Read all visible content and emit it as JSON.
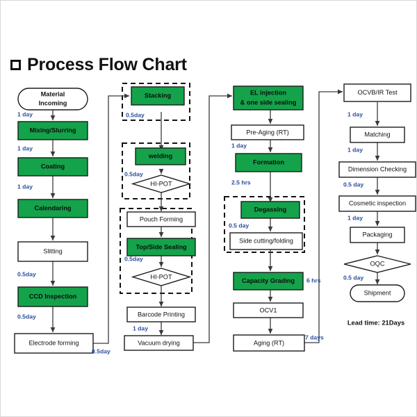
{
  "header": {
    "bullet_icon": "square-bullet-icon",
    "title": "Process Flow Chart"
  },
  "colors": {
    "green": "#14a34a",
    "white": "#ffffff",
    "outline": "#1b1b1b",
    "time_label_blue": "#2b4ea0",
    "connector": "#3a3a3a"
  },
  "footer": {
    "lead_time": "Lead time:  21Days"
  },
  "columns": [
    {
      "name": "electrode-process",
      "nodes": [
        {
          "id": "material-incoming",
          "label": "Material\nIncoming",
          "line1": "Material",
          "line2": "Incoming",
          "shape": "stadium",
          "fill": "white"
        },
        {
          "id": "mixing-slurring",
          "label": "Mixing/Slurring",
          "shape": "rect",
          "fill": "green"
        },
        {
          "id": "coating",
          "label": "Coating",
          "shape": "rect",
          "fill": "green"
        },
        {
          "id": "calendaring",
          "label": "Calendaring",
          "shape": "rect",
          "fill": "green"
        },
        {
          "id": "slitting",
          "label": "Slitting",
          "shape": "rect",
          "fill": "white"
        },
        {
          "id": "ccd-inspection",
          "label": "CCD Inspection",
          "shape": "rect",
          "fill": "green"
        },
        {
          "id": "electrode-forming",
          "label": "Electrode forming",
          "shape": "rect",
          "fill": "white"
        }
      ],
      "times": [
        "1 day",
        "1 day",
        "1 day",
        "0.5day",
        "0.5day",
        "0.5day"
      ]
    },
    {
      "name": "assembly-process",
      "nodes": [
        {
          "id": "stacking",
          "label": "Stacking",
          "shape": "rect",
          "fill": "green"
        },
        {
          "id": "welding",
          "label": "welding",
          "shape": "rect",
          "fill": "green"
        },
        {
          "id": "hi-pot-1",
          "label": "HI-POT",
          "shape": "diamond",
          "fill": "white"
        },
        {
          "id": "pouch-forming",
          "label": "Pouch Forming",
          "shape": "rect",
          "fill": "white"
        },
        {
          "id": "top-side-sealing",
          "label": "Top/Side Sealing",
          "shape": "rect",
          "fill": "green"
        },
        {
          "id": "hi-pot-2",
          "label": "HI-POT",
          "shape": "diamond",
          "fill": "white"
        },
        {
          "id": "barcode-printing",
          "label": "Barcode Printing",
          "shape": "rect",
          "fill": "white"
        },
        {
          "id": "vacuum-drying",
          "label": "Vacuum drying",
          "shape": "rect",
          "fill": "white"
        }
      ],
      "times": [
        "0.5day",
        "0.5day",
        "0.5day",
        "1 day"
      ]
    },
    {
      "name": "formation-process",
      "nodes": [
        {
          "id": "el-injection",
          "label": "EL injection\n& one side sealing",
          "line1": "EL injection",
          "line2": "& one side sealing",
          "shape": "rect",
          "fill": "green"
        },
        {
          "id": "pre-aging",
          "label": "Pre-Aging (RT)",
          "shape": "rect",
          "fill": "white"
        },
        {
          "id": "formation",
          "label": "Formation",
          "shape": "rect",
          "fill": "green"
        },
        {
          "id": "degassing",
          "label": "Degassing",
          "shape": "rect",
          "fill": "green"
        },
        {
          "id": "side-cutting-folding",
          "label": "Side cutting/folding",
          "shape": "rect",
          "fill": "white"
        },
        {
          "id": "capacity-grading",
          "label": "Capacity Grading",
          "shape": "rect",
          "fill": "green"
        },
        {
          "id": "ocv1",
          "label": "OCV1",
          "shape": "rect",
          "fill": "white"
        },
        {
          "id": "aging-rt",
          "label": "Aging (RT)",
          "shape": "rect",
          "fill": "white"
        }
      ],
      "times": [
        "1 day",
        "2.5 hrs",
        "0.5 day",
        "6 hrs",
        "7 days"
      ]
    },
    {
      "name": "inspection-shipping-process",
      "nodes": [
        {
          "id": "ocvb-ir-test",
          "label": "OCVB/IR Test",
          "shape": "rect",
          "fill": "white"
        },
        {
          "id": "matching",
          "label": "Matching",
          "shape": "rect",
          "fill": "white"
        },
        {
          "id": "dimension-checking",
          "label": "Dimension Checking",
          "shape": "rect",
          "fill": "white"
        },
        {
          "id": "cosmetic-inspection",
          "label": "Cosmetic inspection",
          "shape": "rect",
          "fill": "white"
        },
        {
          "id": "packaging",
          "label": "Packaging",
          "shape": "rect",
          "fill": "white"
        },
        {
          "id": "oqc",
          "label": "OQC",
          "shape": "diamond",
          "fill": "white"
        },
        {
          "id": "shipment",
          "label": "Shipment",
          "shape": "stadium",
          "fill": "white"
        }
      ],
      "times": [
        "1 day",
        "1 day",
        "0.5 day",
        "1 day",
        "0.5 day"
      ]
    }
  ],
  "labels": {
    "material_incoming_l1": "Material",
    "material_incoming_l2": "Incoming",
    "mixing_slurring": "Mixing/Slurring",
    "coating": "Coating",
    "calendaring": "Calendaring",
    "slitting": "Slitting",
    "ccd_inspection": "CCD Inspection",
    "electrode_forming": "Electrode forming",
    "stacking": "Stacking",
    "welding": "welding",
    "hipot1": "HI-POT",
    "pouch_forming": "Pouch Forming",
    "top_side_sealing": "Top/Side Sealing",
    "hipot2": "HI-POT",
    "barcode_printing": "Barcode Printing",
    "vacuum_drying": "Vacuum drying",
    "el_injection_l1": "EL injection",
    "el_injection_l2": "& one side sealing",
    "pre_aging": "Pre-Aging (RT)",
    "formation": "Formation",
    "degassing": "Degassing",
    "side_cutting_folding": "Side cutting/folding",
    "capacity_grading": "Capacity Grading",
    "ocv1": "OCV1",
    "aging_rt": "Aging (RT)",
    "ocvb_ir_test": "OCVB/IR Test",
    "matching": "Matching",
    "dimension_checking": "Dimension Checking",
    "cosmetic_inspection": "Cosmetic inspection",
    "packaging": "Packaging",
    "oqc": "OQC",
    "shipment": "Shipment"
  },
  "times": {
    "c1_t1": "1 day",
    "c1_t2": "1 day",
    "c1_t3": "1 day",
    "c1_t4": "0.5day",
    "c1_t5": "0.5day",
    "c1_t6": "0.5day",
    "c2_t1": "0.5day",
    "c2_t2": "0.5day",
    "c2_t3": "0.5day",
    "c2_t4": "1 day",
    "c3_t1": "1 day",
    "c3_t2": "2.5 hrs",
    "c3_t3": "0.5 day",
    "c3_t4": "6 hrs",
    "c3_t5": "7 days",
    "c4_t1": "1 day",
    "c4_t2": "1 day",
    "c4_t3": "0.5 day",
    "c4_t4": "1 day",
    "c4_t5": "0.5 day"
  }
}
